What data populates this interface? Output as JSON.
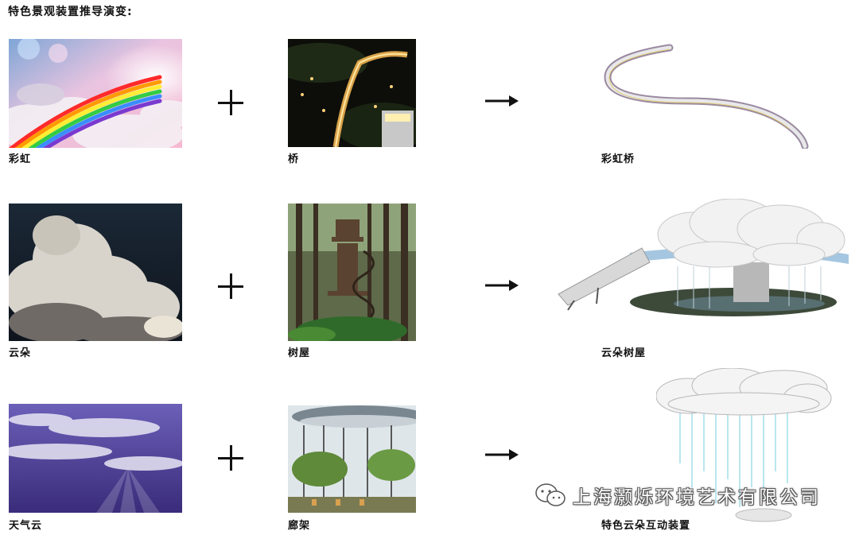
{
  "title": "特色景观装置推导演变:",
  "rows": [
    {
      "left_label": "彩虹",
      "right_label": "桥",
      "result_label": "彩虹桥"
    },
    {
      "left_label": "云朵",
      "right_label": "树屋",
      "result_label": "云朵树屋"
    },
    {
      "left_label": "天气云",
      "right_label": "廊架",
      "result_label": "特色云朵互动装置"
    }
  ],
  "watermark": {
    "text": "上海灏烁环境艺术有限公司",
    "icon": "wechat-icon"
  },
  "colors": {
    "rainbow": [
      "#ff0000",
      "#ff9900",
      "#ffee00",
      "#33cc33",
      "#3399ff",
      "#6633cc"
    ],
    "cloud_sky": "#1c2a3a",
    "purple_sky": "#6b5fb8"
  }
}
